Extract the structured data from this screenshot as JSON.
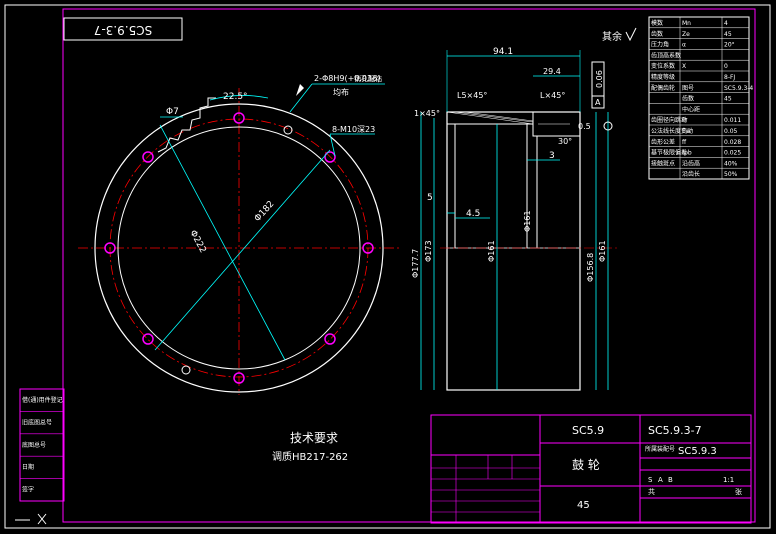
{
  "drawing_number_mirrored": "SC5.9.3-7",
  "roughness_note": "其余",
  "technical_requirements": {
    "title": "技术要求",
    "line1": "调质HB217-262"
  },
  "dims_left": {
    "angle": "22.5°",
    "holes_note": "2-Φ8H9(+0.036)",
    "holes_note2": "均布",
    "pin_note": "销孔配钻",
    "tap_note": "8-M10深23",
    "module": "Φ7",
    "pcd": "Φ222",
    "bore": "Φ182"
  },
  "dims_right": {
    "len_total": "94.1",
    "len_hub": "29.4",
    "chamfer_1": "L5×45°",
    "chamfer_2": "L×45°",
    "chamfer_3": "1×45°",
    "d5": "5",
    "d45": "4.5",
    "d3": "3",
    "d30": "30°",
    "runout": "0.5",
    "tol_box": "0.06",
    "tol_ref": "A",
    "dia_1": "Φ177.7",
    "dia_2": "Φ173",
    "dia_3": "Φ161",
    "dia_4": "Φ161",
    "dia_5": "Φ156.8",
    "dia_6": "Φ161"
  },
  "param_table": [
    {
      "label": "模数",
      "sym": "Mn",
      "val": "4"
    },
    {
      "label": "齿数",
      "sym": "Ze",
      "val": "45"
    },
    {
      "label": "压力角",
      "sym": "α",
      "val": "20°"
    },
    {
      "label": "齿顶高系数",
      "sym": "",
      "val": ""
    },
    {
      "label": "变位系数",
      "sym": "X",
      "val": "0"
    },
    {
      "label": "精度等级",
      "sym": "",
      "val": "8-FJ"
    },
    {
      "label": "配偶齿轮",
      "sym": "图号",
      "val": "SC5.9.3-4"
    },
    {
      "label": "",
      "sym": "齿数",
      "val": "45"
    },
    {
      "label": "",
      "sym": "中心距",
      "val": ""
    },
    {
      "label": "齿圈径向跳动",
      "sym": "Fr",
      "val": "0.011"
    },
    {
      "label": "公法线长度变动",
      "sym": "Fw",
      "val": "0.05"
    },
    {
      "label": "齿形公差",
      "sym": "ff",
      "val": "0.028"
    },
    {
      "label": "基节极限偏差",
      "sym": "fpb",
      "val": "0.025"
    },
    {
      "label": "接触斑点",
      "sym": "沿齿高",
      "val": "40%"
    },
    {
      "label": "",
      "sym": "沿齿长",
      "val": "50%"
    }
  ],
  "title_block": {
    "doc_no_top": "SC5.9",
    "doc_no_right": "SC5.9.3-7",
    "part_name": "鼓 轮",
    "material": "45",
    "assembly": "SC5.9.3",
    "label_assembly": "所属装配号",
    "scale": "1:1",
    "stage_marks": [
      "S",
      "A",
      "B"
    ],
    "sheet_left": "共",
    "sheet_right": "张"
  },
  "left_strip": [
    "借(通)用件登记",
    "旧底图总号",
    "底图总号",
    "日期",
    "签字"
  ]
}
